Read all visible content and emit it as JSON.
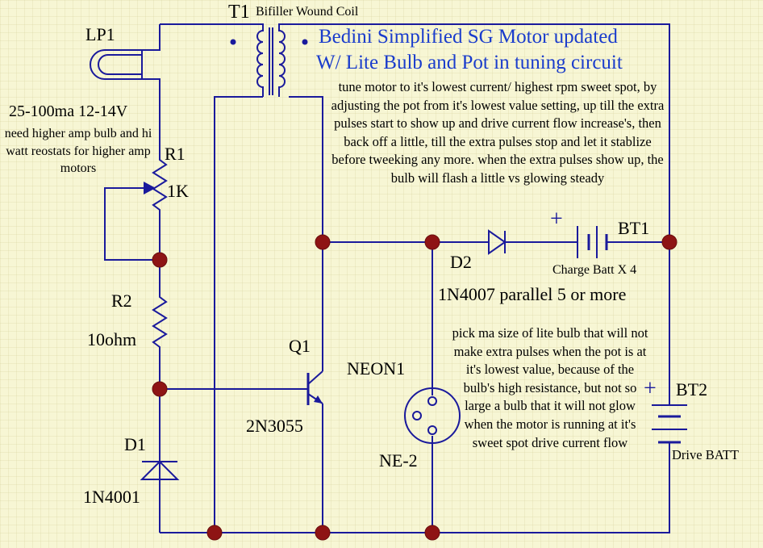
{
  "title": {
    "line1": "Bedini Simplified SG Motor updated",
    "line2": "W/ Lite Bulb and Pot in tuning circuit",
    "color": "#1a3ccc"
  },
  "notes": {
    "tuning": "tune motor to it's lowest current/ highest rpm sweet spot, by adjusting the pot from it's lowest value setting, up till the extra pulses start to show up and drive current flow increase's, then back off a little, till the extra pulses stop and let it stablize before tweeking any more.  when the extra pulses show up,  the bulb will flash a little vs  glowing steady",
    "bulb": "pick ma size of lite bulb that will not make extra pulses when the pot is at it's lowest value, because of the bulb's high resistance,  but not so large a bulb that it will not glow when the motor is running at it's sweet spot drive current flow",
    "bulb_spec": "25-100ma 12-14V",
    "higher_amp": "need higher amp bulb and hi watt reostats for higher amp motors"
  },
  "components": {
    "t1": {
      "designator": "T1",
      "value": "Bifiller Wound Coil"
    },
    "lp1": {
      "designator": "LP1"
    },
    "r1": {
      "designator": "R1",
      "value": "1K"
    },
    "r2": {
      "designator": "R2",
      "value": "10ohm"
    },
    "d1": {
      "designator": "D1",
      "value": "1N4001"
    },
    "q1": {
      "designator": "Q1",
      "value": "2N3055"
    },
    "neon1": {
      "designator": "NEON1",
      "value": "NE-2"
    },
    "d2": {
      "designator": "D2",
      "value": "1N4007 parallel 5 or more"
    },
    "bt1": {
      "designator": "BT1",
      "value": "Charge Batt X 4",
      "plus": "+"
    },
    "bt2": {
      "designator": "BT2",
      "value": "Drive BATT",
      "plus": "+"
    }
  },
  "colors": {
    "wire": "#1a1a9c",
    "junction": "#8e1414",
    "background": "#f7f6d4"
  }
}
